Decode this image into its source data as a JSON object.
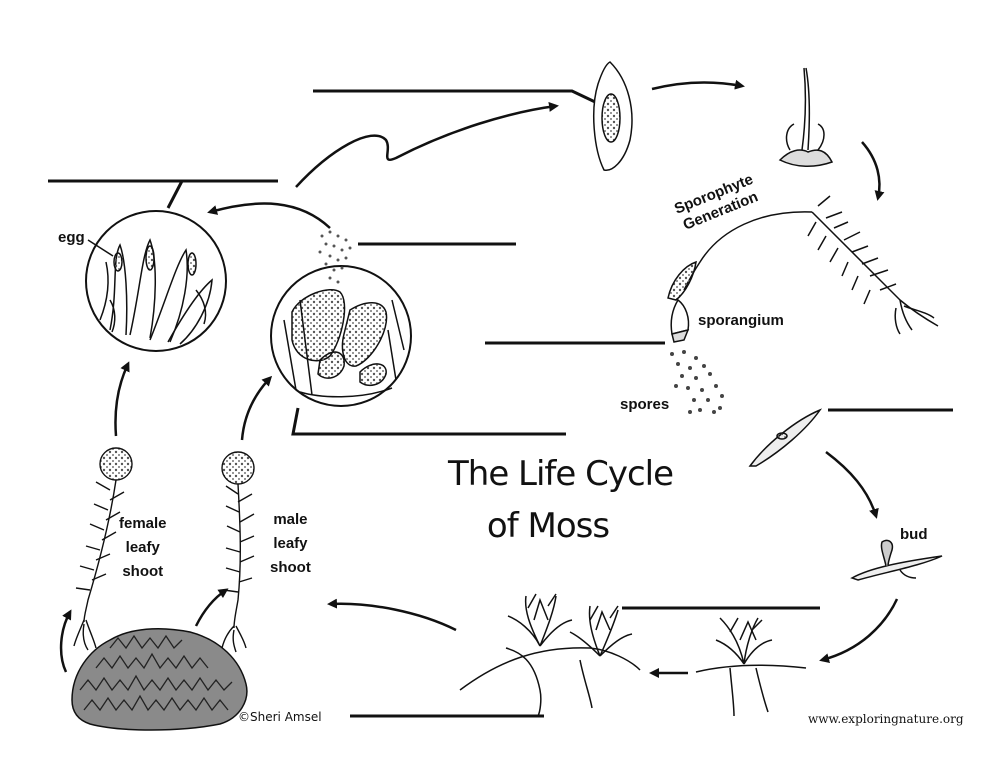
{
  "title": {
    "line1": "The Life Cycle",
    "line2": "of Moss"
  },
  "labels": {
    "egg": "egg",
    "sporophyte_line1": "Sporophyte",
    "sporophyte_line2": "Generation",
    "sporangium": "sporangium",
    "spores": "spores",
    "bud": "bud",
    "female": [
      "female",
      "leafy",
      "shoot"
    ],
    "male": [
      "male",
      "leafy",
      "shoot"
    ]
  },
  "credit": "©Sheri Amsel",
  "website": "www.exploringnature.org",
  "blank_answer_lines": 8,
  "colors": {
    "ink": "#111111",
    "paper": "#ffffff",
    "shade": "#777777"
  }
}
